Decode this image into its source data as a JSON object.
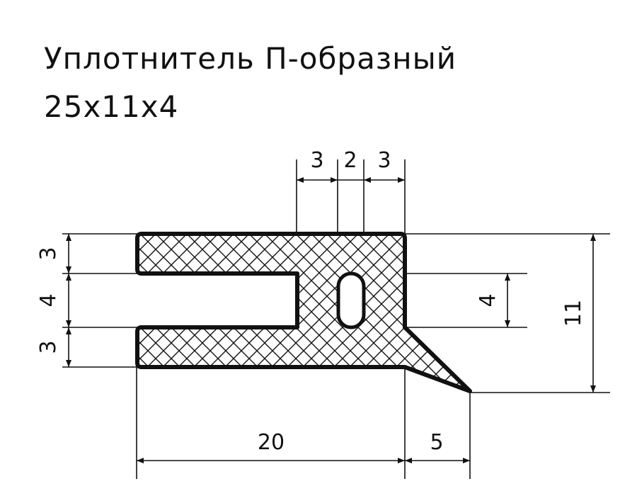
{
  "title_line1": "Уплотнитель П-образный",
  "title_line2": "25x11x4",
  "dimensions": {
    "top_left_gap": "3",
    "top_center_gap": "2",
    "top_right_gap": "3",
    "left_top": "3",
    "left_middle": "4",
    "left_bottom": "3",
    "slot_height": "4",
    "overall_height": "11",
    "base_width": "20",
    "lip_width": "5"
  }
}
